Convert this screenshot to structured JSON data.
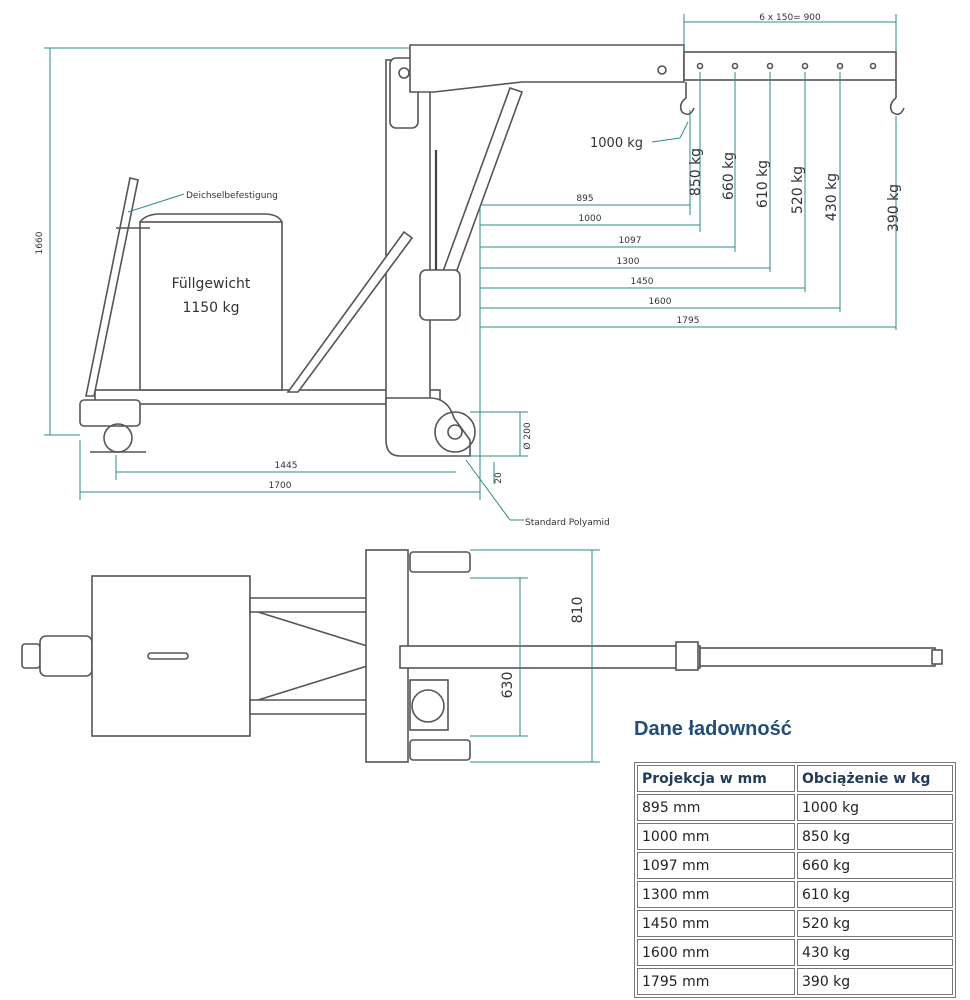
{
  "side_view": {
    "boom_extension_dim": "6 x 150= 900",
    "height_dim": "1660",
    "max_load_label": "1000 kg",
    "tiller_label": "Deichselbefestigung",
    "weight_label_line1": "Füllgewicht",
    "weight_label_line2": "1150 kg",
    "reach_dims": [
      "895",
      "1000",
      "1097",
      "1300",
      "1450",
      "1600",
      "1795"
    ],
    "load_labels": [
      "850 kg",
      "660 kg",
      "610 kg",
      "520 kg",
      "430 kg",
      "390 kg"
    ],
    "base_dims": [
      "1445",
      "1700"
    ],
    "wheel_dim": "Ø 200",
    "ground_dim": "20",
    "wheel_label": "Standard Polyamid"
  },
  "top_view": {
    "width_outer_dim": "810",
    "width_inner_dim": "630"
  },
  "capacity": {
    "title": "Dane ładowność",
    "headers": [
      "Projekcja w mm",
      "Obciążenie w kg"
    ],
    "rows": [
      [
        "895 mm",
        "1000 kg"
      ],
      [
        "1000 mm",
        "850 kg"
      ],
      [
        "1097 mm",
        "660 kg"
      ],
      [
        "1300 mm",
        "610 kg"
      ],
      [
        "1450 mm",
        "520 kg"
      ],
      [
        "1600 mm",
        "430 kg"
      ],
      [
        "1795 mm",
        "390 kg"
      ]
    ]
  },
  "colors": {
    "title": "#1f4e79",
    "dimension_lines": "#2e8c8a",
    "drawing_lines": "#555555"
  }
}
